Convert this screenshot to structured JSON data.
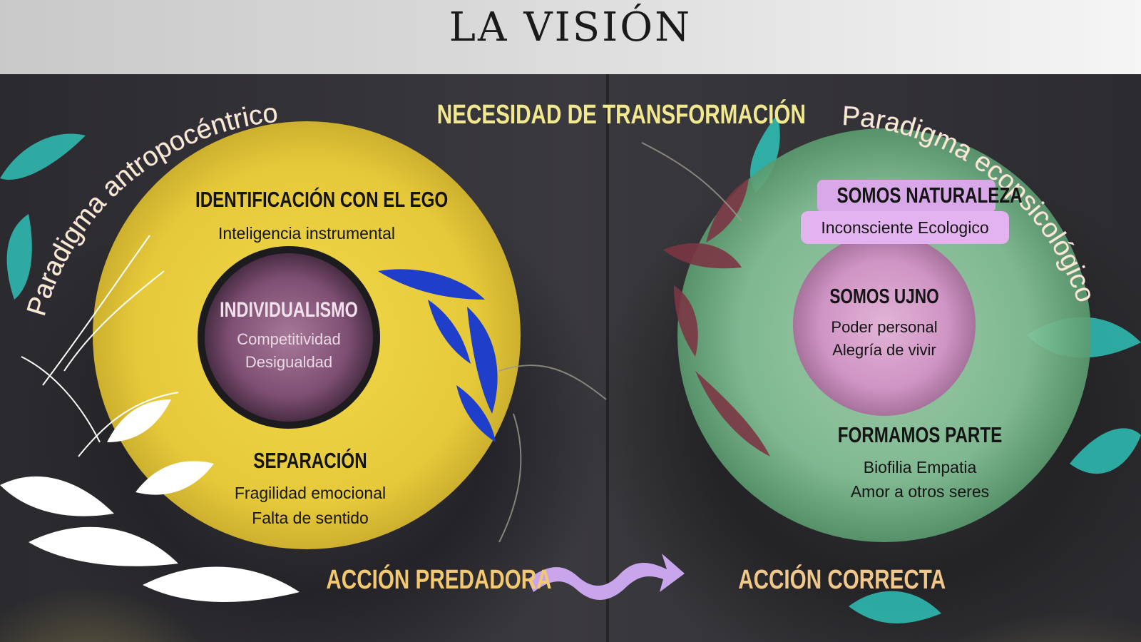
{
  "title": "LA VISIÓN",
  "top_label": "NECESIDAD DE TRANSFORMACIÓN",
  "left": {
    "paradigm": "Paradigma antropocéntrico",
    "outer_heading": "IDENTIFICACIÓN CON EL EGO",
    "outer_text": "Inteligencia instrumental",
    "inner_heading": "INDIVIDUALISMO",
    "inner_lines": [
      "Competitividad",
      "Desigualdad"
    ],
    "lower_heading": "SEPARACIÓN",
    "lower_lines": [
      "Fragilidad emocional",
      "Falta de sentido"
    ],
    "action": "ACCIÓN PREDADORA"
  },
  "right": {
    "paradigm": "Paradigma ecopsicológico",
    "pill_heading": "SOMOS NATURALEZA",
    "pill_text": "Inconsciente Ecologico",
    "inner_heading": "SOMOS UJNO",
    "inner_lines": [
      "Poder personal",
      "Alegría de vivir"
    ],
    "lower_heading": "FORMAMOS PARTE",
    "lower_lines": [
      "Biofilia  Empatia",
      "Amor a otros seres"
    ],
    "action": "ACCIÓN CORRECTA"
  },
  "colors": {
    "yellow_circle": "#e6c93a",
    "left_core": "#8a5a7a",
    "green_circle": "#86c49a",
    "right_core": "#d68fc8",
    "pill": "#d9a8e8",
    "arrow": "#c9a6ec",
    "teal_leaves": "#2fd6c9",
    "heading_gradient_start": "#f3ee9a",
    "heading_gradient_end": "#e8a9f0"
  }
}
